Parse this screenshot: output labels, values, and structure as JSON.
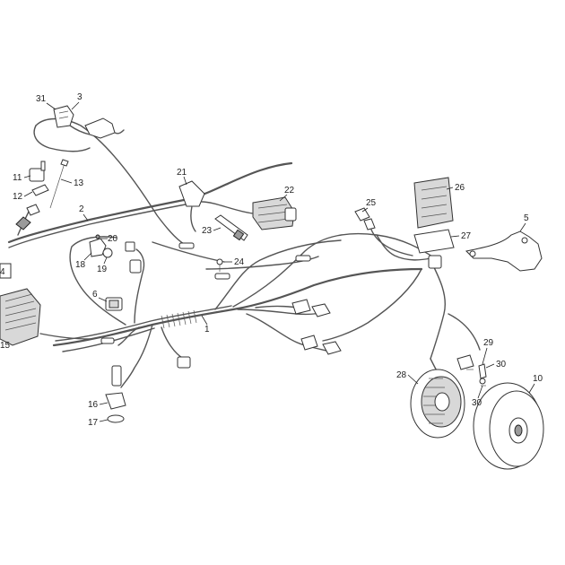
{
  "callouts": {
    "c1": "1",
    "c2": "2",
    "c3": "3",
    "c4": "4",
    "c5": "5",
    "c6": "6",
    "c10": "10",
    "c11": "11",
    "c12": "12",
    "c13": "13",
    "c15": "15",
    "c16": "16",
    "c17": "17",
    "c18": "18",
    "c19": "19",
    "c20": "20",
    "c21": "21",
    "c22": "22",
    "c23": "23",
    "c24": "24",
    "c25": "25",
    "c26": "26",
    "c27": "27",
    "c28": "28",
    "c29": "29",
    "c30a": "30",
    "c30b": "30",
    "c31": "31"
  }
}
